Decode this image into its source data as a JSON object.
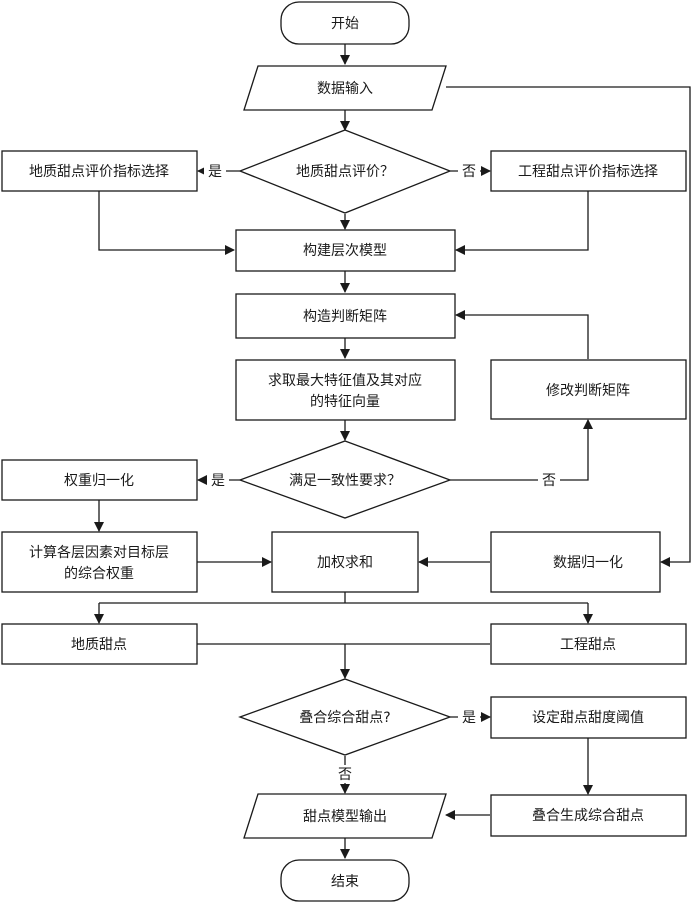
{
  "nodes": {
    "start": "开始",
    "data_input": "数据输入",
    "geo_eval_q": "地质甜点评价？",
    "geo_index": "地质甜点评价指标选择",
    "eng_index": "工程甜点评价指标选择",
    "build_model": "构建层次模型",
    "build_matrix": "构造判断矩阵",
    "eigen_line1": "求取最大特征值及其对应",
    "eigen_line2": "的特征向量",
    "modify_matrix": "修改判断矩阵",
    "consistency_q": "满足一致性要求？",
    "weight_norm": "权重归一化",
    "composite_line1": "计算各层因素对目标层",
    "composite_line2": "的综合权重",
    "weighted_sum": "加权求和",
    "data_norm": "数据归一化",
    "geo_sweet": "地质甜点",
    "eng_sweet": "工程甜点",
    "overlay_q": "叠合综合甜点?",
    "threshold": "设定甜点甜度阈值",
    "overlay_gen": "叠合生成综合甜点",
    "output": "甜点模型输出",
    "end": "结束"
  },
  "edge_labels": {
    "yes": "是",
    "no": "否"
  }
}
